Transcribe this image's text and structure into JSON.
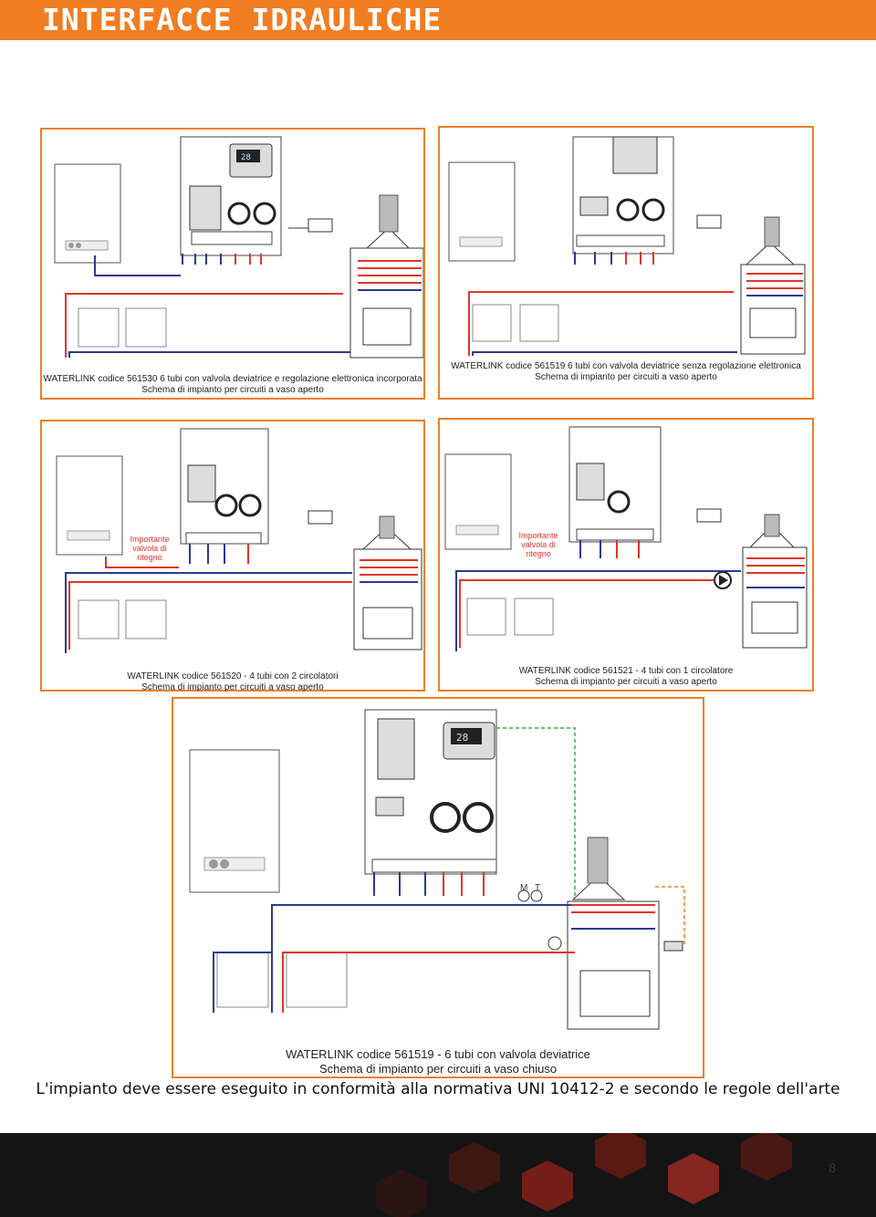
{
  "header": {
    "title": "INTERFACCE IDRAULICHE"
  },
  "panels": [
    {
      "line1": "WATERLINK codice 561530 6 tubi con valvola deviatrice e regolazione elettronica incorporata",
      "line2": "Schema di impianto per circuiti a vaso aperto"
    },
    {
      "line1": "WATERLINK codice 561519 6 tubi con valvola deviatrice senza regolazione elettronica",
      "line2": "Schema di impianto per circuiti a vaso aperto"
    },
    {
      "line1": "WATERLINK codice 561520 - 4 tubi con 2 circolatori",
      "line2": "Schema di impianto per circuiti a vaso aperto",
      "note": "Importante valvola di ritegno"
    },
    {
      "line1": "WATERLINK codice 561521 - 4 tubi con 1 circolatore",
      "line2": "Schema di impianto per circuiti a vaso aperto",
      "note": "Importante valvola di ritegno"
    },
    {
      "line1": "WATERLINK codice 561519 - 6 tubi con valvola deviatrice",
      "line2": "Schema di impianto per circuiti a vaso chiuso"
    }
  ],
  "display": {
    "reading": "28"
  },
  "gauges": {
    "m": "M",
    "t": "T"
  },
  "footer": {
    "text": "L'impianto deve essere eseguito in conformità alla normativa UNI 10412-2 e secondo le regole dell'arte"
  },
  "page_number": "8",
  "colors": {
    "accent": "#f07d22",
    "hot": "#e2342b",
    "cold": "#2b3990",
    "green_dashed": "#3aa657"
  }
}
